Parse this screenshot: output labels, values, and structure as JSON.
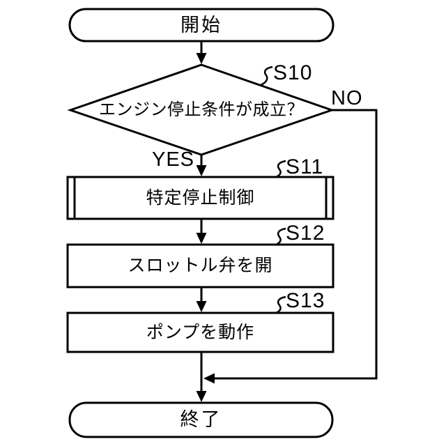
{
  "diagram": {
    "type": "flowchart",
    "background_color": "#ffffff",
    "stroke_color": "#000000",
    "nodes": {
      "start": {
        "shape": "terminal",
        "label": "開始"
      },
      "decision": {
        "shape": "diamond",
        "step": "S10",
        "label": "エンジン停止条件が成立？"
      },
      "s11": {
        "shape": "predefined-process",
        "step": "S11",
        "label": "特定停止制御"
      },
      "s12": {
        "shape": "process",
        "step": "S12",
        "label": "スロットル弁を開"
      },
      "s13": {
        "shape": "process",
        "step": "S13",
        "label": "ポンプを動作"
      },
      "end": {
        "shape": "terminal",
        "label": "終了"
      }
    },
    "branch_labels": {
      "yes": "YES",
      "no": "NO"
    },
    "edges": [
      {
        "from": "start",
        "to": "decision",
        "label": ""
      },
      {
        "from": "decision",
        "to": "s11",
        "label": "YES"
      },
      {
        "from": "decision",
        "to": "end",
        "label": "NO"
      },
      {
        "from": "s11",
        "to": "s12",
        "label": ""
      },
      {
        "from": "s12",
        "to": "s13",
        "label": ""
      },
      {
        "from": "s13",
        "to": "end",
        "label": ""
      }
    ]
  }
}
